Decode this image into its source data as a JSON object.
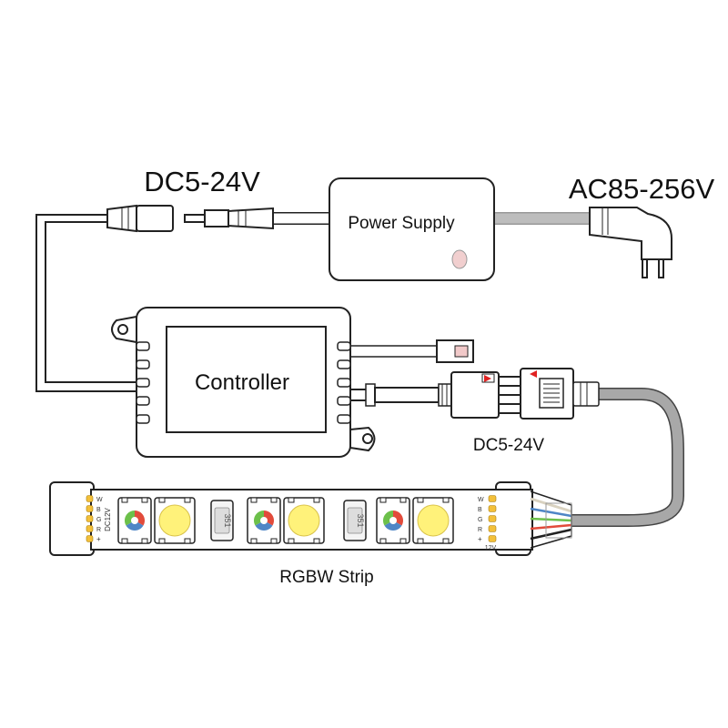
{
  "labels": {
    "dc_top": "DC5-24V",
    "ac": "AC85-256V",
    "power_supply": "Power Supply",
    "controller": "Controller",
    "dc_bottom": "DC5-24V",
    "strip": "RGBW Strip"
  },
  "strip": {
    "left_pins": [
      "W",
      "B",
      "G",
      "R",
      "+"
    ],
    "left_voltage": "DC12V",
    "right_pins": [
      "W",
      "B",
      "G",
      "R",
      "+"
    ],
    "right_voltage": "12V",
    "chip_label": "351"
  },
  "colors": {
    "line": "#222222",
    "cable": "#a8a8a8",
    "led_yellow": "#fff27a",
    "wire_white": "#d9d2c0",
    "wire_blue": "#4f86c6",
    "wire_green": "#6cc04a",
    "wire_red": "#e24b3b",
    "wire_black": "#222222",
    "pin_gold": "#f3c03a"
  }
}
